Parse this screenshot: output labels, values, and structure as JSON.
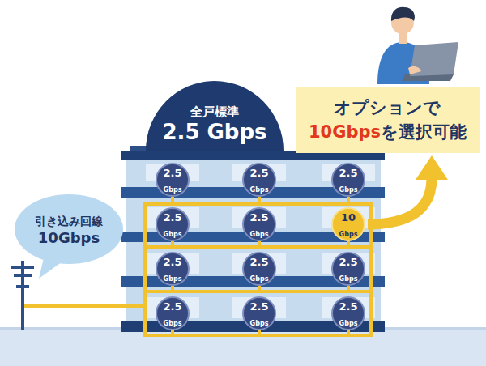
{
  "diagram": {
    "nodes": [
      {
        "text": [
          "全戸標準",
          "2.5 Gbps"
        ]
      },
      {
        "text": [
          "オプションで",
          "10Gbps",
          "を選択可能"
        ]
      },
      {
        "text": [
          "引き込み回線",
          "10Gbps"
        ]
      },
      {
        "text": [
          "2.5",
          "Gbps"
        ]
      },
      {
        "text": [
          "2.5",
          "Gbps"
        ]
      },
      {
        "text": [
          "2.5",
          "Gbps"
        ]
      },
      {
        "text": [
          "2.5",
          "Gbps"
        ]
      },
      {
        "text": [
          "2.5",
          "Gbps"
        ]
      },
      {
        "text": [
          "10",
          "Gbps"
        ]
      },
      {
        "text": [
          "2.5",
          "Gbps"
        ]
      },
      {
        "text": [
          "2.5",
          "Gbps"
        ]
      },
      {
        "text": [
          "2.5",
          "Gbps"
        ]
      },
      {
        "text": [
          "2.5",
          "Gbps"
        ]
      },
      {
        "text": [
          "2.5",
          "Gbps"
        ]
      },
      {
        "text": [
          "2.5",
          "Gbps"
        ]
      }
    ],
    "edges": [
      {
        "from": 8,
        "to": 1,
        "arrow": "to"
      }
    ]
  }
}
